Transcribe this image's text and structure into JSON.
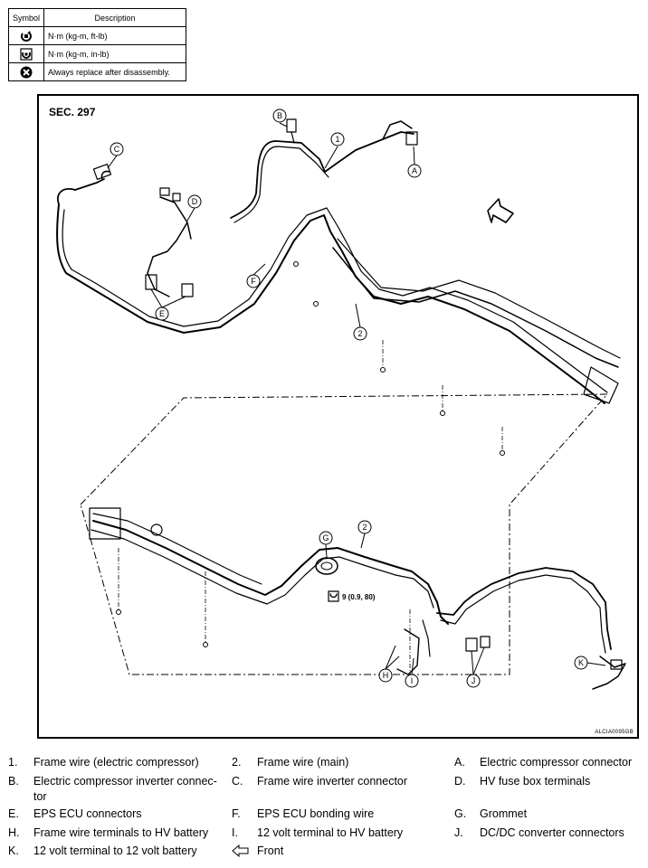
{
  "symbol_table": {
    "header_symbol": "Symbol",
    "header_description": "Description",
    "rows": [
      {
        "icon": "torque-ftlb-icon",
        "description": "N·m (kg-m, ft-lb)"
      },
      {
        "icon": "torque-inlb-icon",
        "description": "N·m (kg-m, in-lb)"
      },
      {
        "icon": "replace-icon",
        "description": "Always replace after disassembly."
      }
    ]
  },
  "figure": {
    "section": "SEC. 297",
    "figure_id": "ALCIA0095GB",
    "torque_value": "9 (0.9, 80)",
    "callouts": [
      "1",
      "2",
      "2",
      "A",
      "B",
      "C",
      "D",
      "E",
      "F",
      "G",
      "H",
      "I",
      "J",
      "K"
    ]
  },
  "legend": [
    {
      "key": "1.",
      "text": "Frame wire (electric compressor)"
    },
    {
      "key": "2.",
      "text": "Frame wire (main)"
    },
    {
      "key": "A.",
      "text": "Electric compressor connector"
    },
    {
      "key": "B.",
      "text": "Electric compressor inverter connec-"
    },
    {
      "key": "B2",
      "text": "tor"
    },
    {
      "key": "C.",
      "text": "Frame wire inverter connector"
    },
    {
      "key": "D.",
      "text": "HV fuse box terminals"
    },
    {
      "key": "E.",
      "text": "EPS ECU connectors"
    },
    {
      "key": "F.",
      "text": "EPS ECU bonding wire"
    },
    {
      "key": "G.",
      "text": "Grommet"
    },
    {
      "key": "H.",
      "text": "Frame wire terminals to HV battery"
    },
    {
      "key": "I.",
      "text": "12 volt terminal to HV battery"
    },
    {
      "key": "J.",
      "text": "DC/DC converter connectors"
    },
    {
      "key": "K.",
      "text": "12 volt terminal to 12 volt battery"
    },
    {
      "key": "front",
      "text": "Front"
    }
  ]
}
